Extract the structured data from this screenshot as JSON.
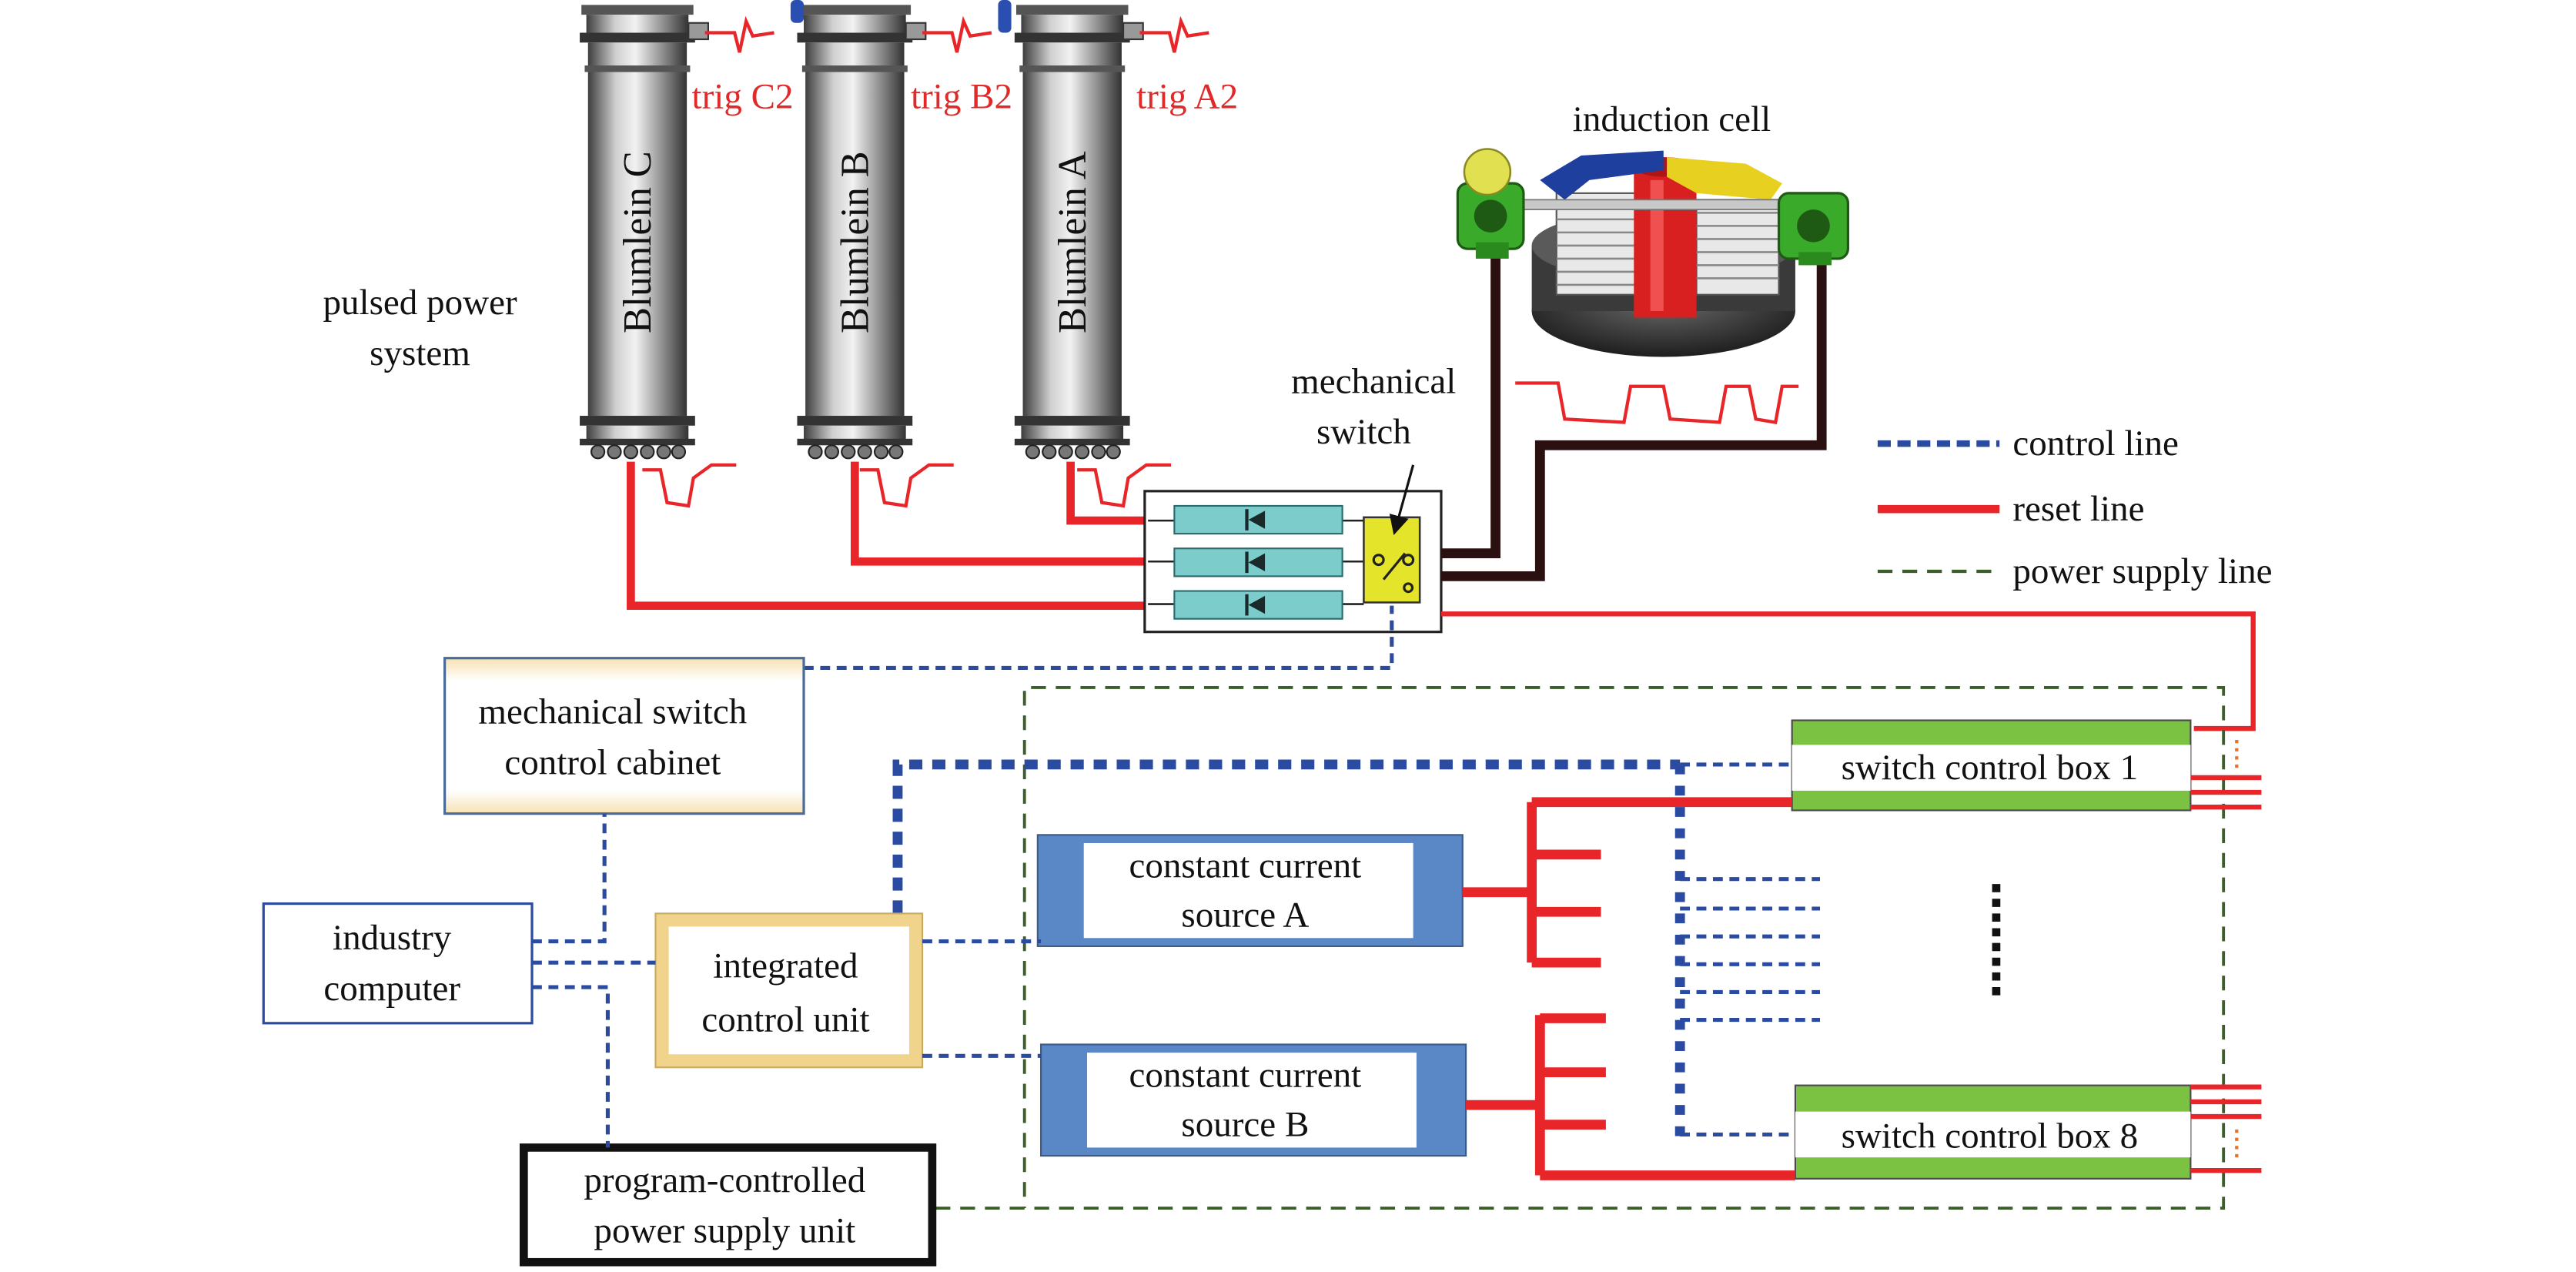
{
  "blumleins": [
    {
      "label": "Blumlein C",
      "trig": "trig C2"
    },
    {
      "label": "Blumlein B",
      "trig": "trig B2"
    },
    {
      "label": "Blumlein A",
      "trig": "trig A2"
    }
  ],
  "labels": {
    "pulsed_power_system": [
      "pulsed power",
      "system"
    ],
    "induction_cell": "induction cell",
    "mechanical_switch": [
      "mechanical",
      "switch"
    ]
  },
  "legend": [
    {
      "label": "control line",
      "color": "#2b4ba0"
    },
    {
      "label": "reset line",
      "color": "#e8262a"
    },
    {
      "label": "power supply line",
      "color": "#3b5e2b"
    }
  ],
  "boxes": {
    "mechanical_switch_control_cabinet": [
      "mechanical switch",
      "control cabinet"
    ],
    "switch_control_box_1": "switch control box 1",
    "switch_control_box_8": "switch control box 8",
    "constant_current_source_a": [
      "constant current",
      "source A"
    ],
    "constant_current_source_b": [
      "constant current",
      "source B"
    ],
    "industry_computer": [
      "industry",
      "computer"
    ],
    "integrated_control_unit": [
      "integrated",
      "control unit"
    ],
    "program_controlled_power_supply_unit": [
      "program-controlled",
      "power supply unit"
    ]
  },
  "colors": {
    "control_line": "#2b4ba0",
    "reset_line": "#e8262a",
    "power_supply_line": "#3b5e2b",
    "switch_control_box": "#7cc242",
    "constant_current_source": "#5a87c5",
    "cabinet": "#f6e2b3",
    "mechanical_switch": "#e4e42a",
    "diode_module": "#7ccccc"
  }
}
